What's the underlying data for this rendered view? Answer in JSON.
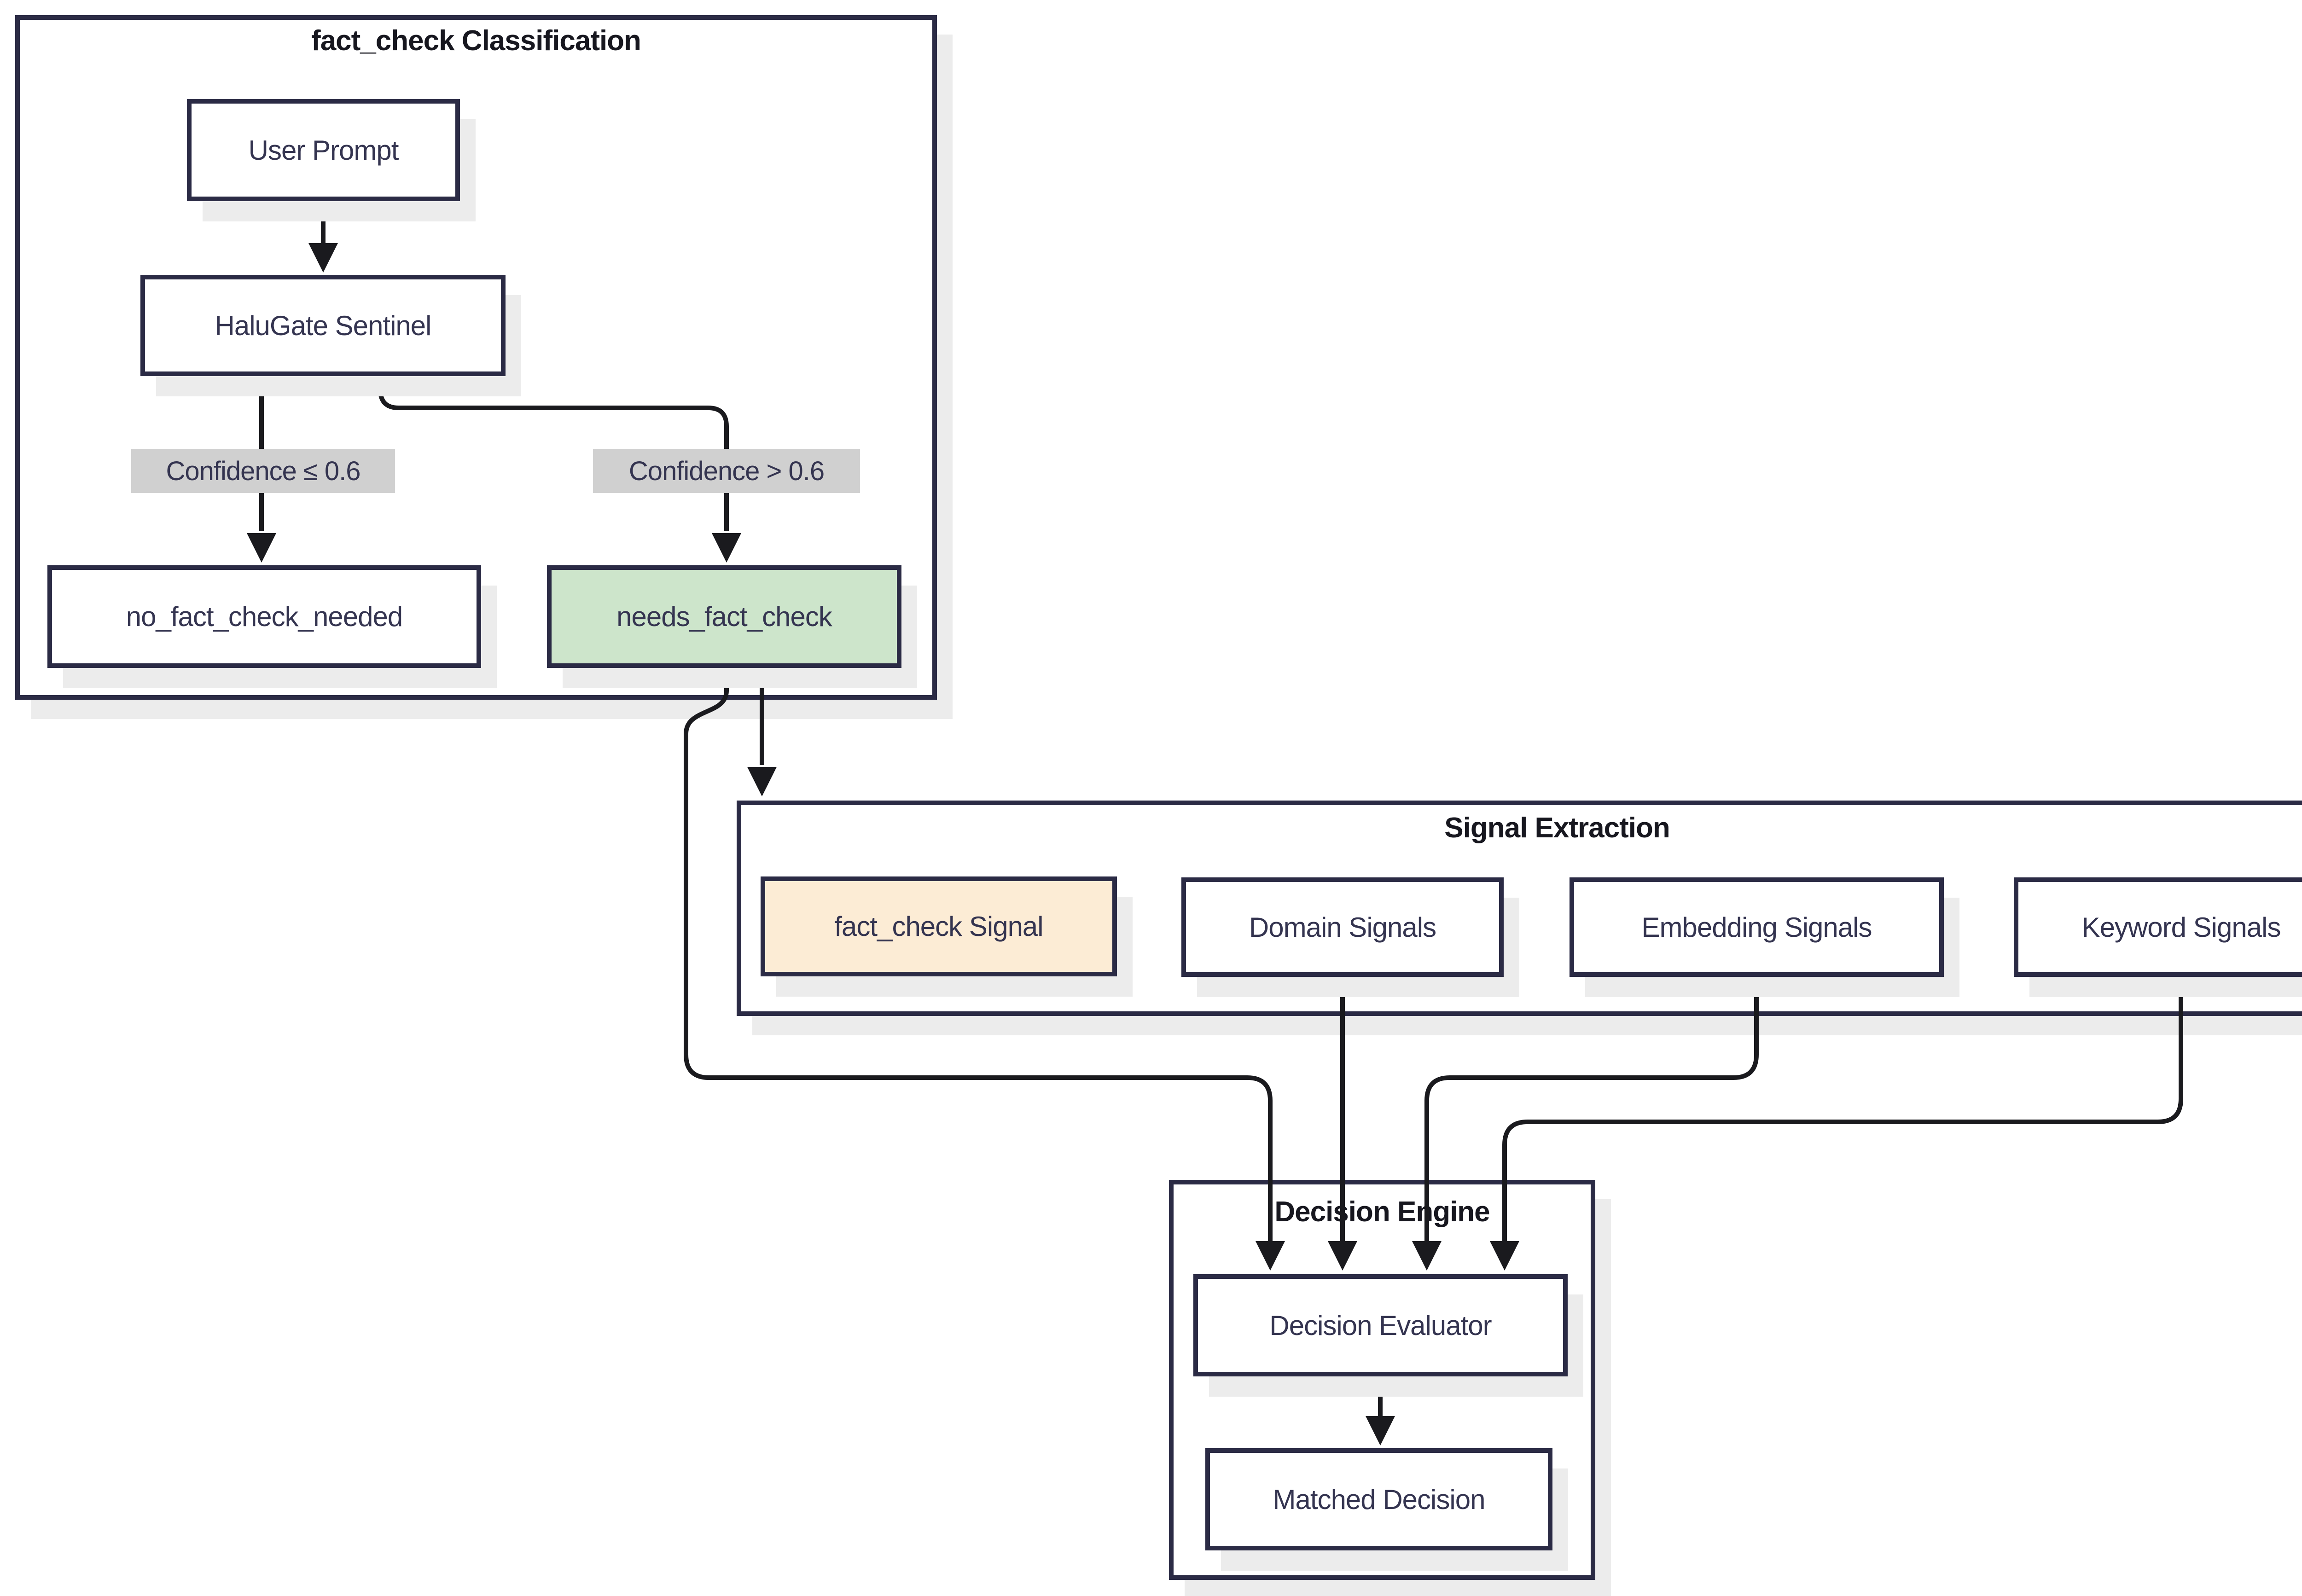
{
  "colors": {
    "background": "#ffffff",
    "border": "#2b2b45",
    "edge": "#1a1a1e",
    "node_text": "#343450",
    "title_text": "#17171f",
    "node_fill": "#ffffff",
    "green_fill": "#cde5cb",
    "orange_fill": "#fcecd5",
    "label_bg": "#d0d0d0",
    "shadow": "#ececec"
  },
  "clusters": {
    "classification": {
      "title": "fact_check Classification"
    },
    "signal_extraction": {
      "title": "Signal Extraction"
    },
    "decision_engine": {
      "title": "Decision Engine"
    }
  },
  "nodes": {
    "user_prompt": {
      "label": "User Prompt"
    },
    "halugate_sentinel": {
      "label": "HaluGate Sentinel"
    },
    "no_fact_check_needed": {
      "label": "no_fact_check_needed"
    },
    "needs_fact_check": {
      "label": "needs_fact_check"
    },
    "fact_check_signal": {
      "label": "fact_check Signal"
    },
    "domain_signals": {
      "label": "Domain Signals"
    },
    "embedding_signals": {
      "label": "Embedding Signals"
    },
    "keyword_signals": {
      "label": "Keyword Signals"
    },
    "decision_evaluator": {
      "label": "Decision Evaluator"
    },
    "matched_decision": {
      "label": "Matched Decision"
    }
  },
  "edge_labels": {
    "confidence_le": {
      "text": "Confidence ≤ 0.6"
    },
    "confidence_gt": {
      "text": "Confidence > 0.6"
    }
  }
}
